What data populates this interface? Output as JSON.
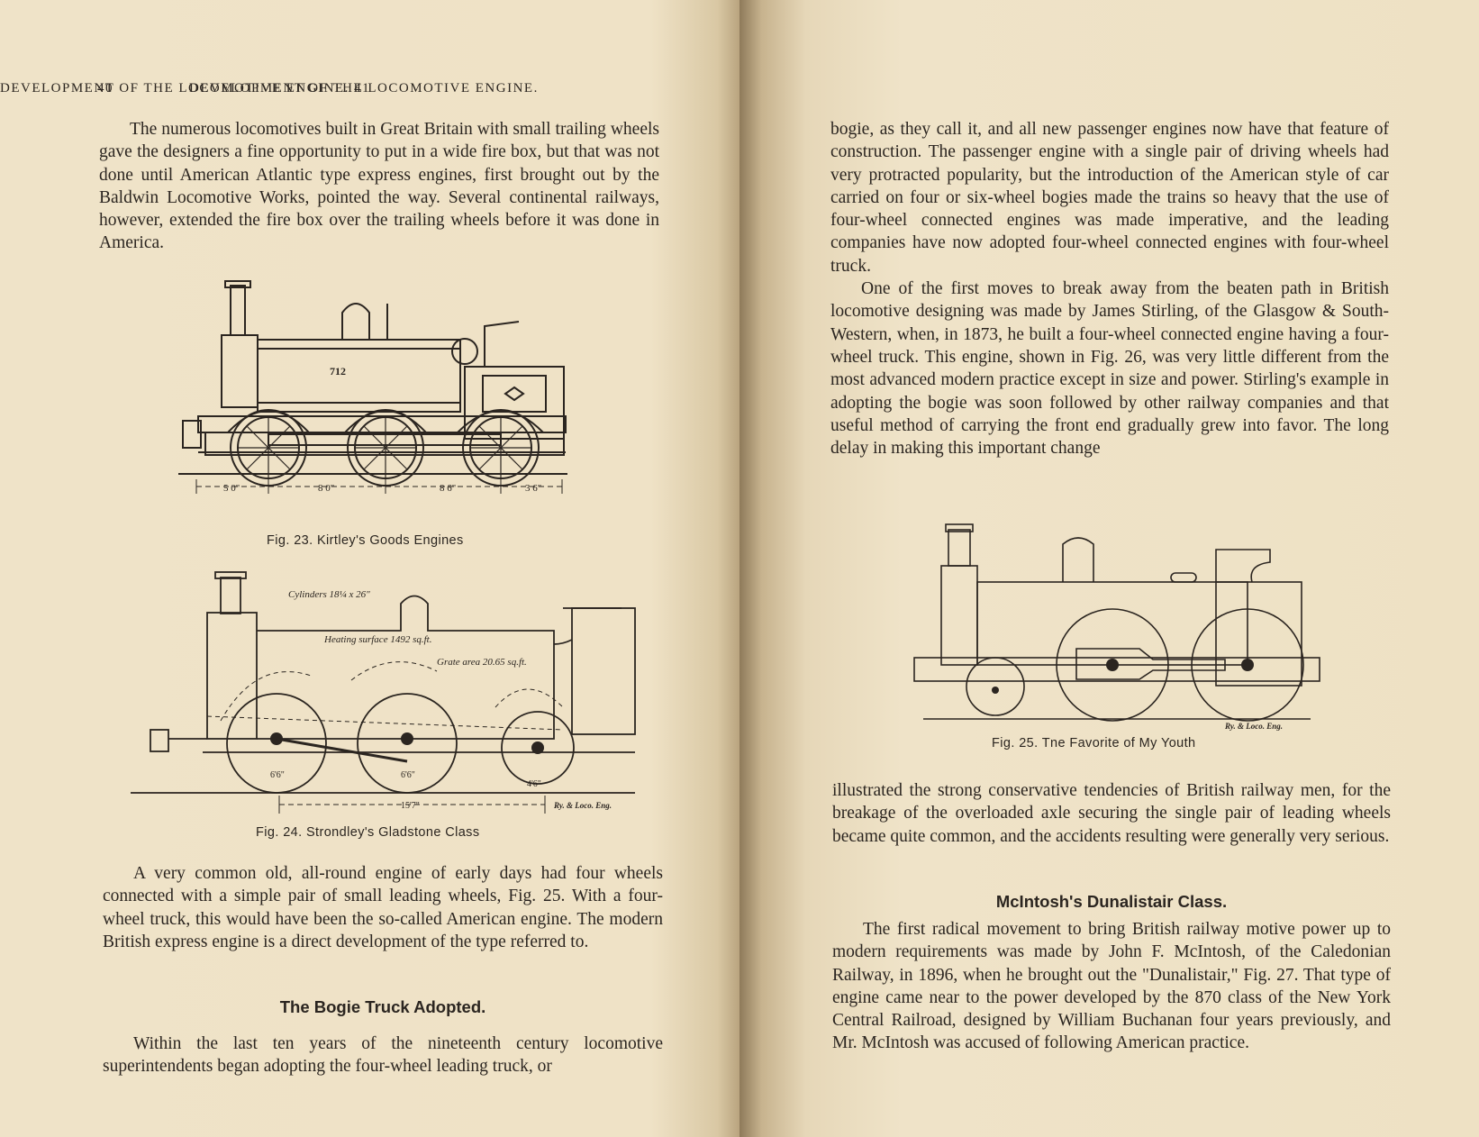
{
  "left_page": {
    "page_number": "40",
    "running_head": "DEVELOPMENT OF THE LOCOMOTIVE ENGINE.",
    "para1": "The numerous locomotives built in Great Britain with small trailing wheels gave the designers a fine opportunity to put in a wide fire box, but that was not done until American Atlantic type express engines, first brought out by the Baldwin Locomotive Works, pointed the way. Several continental railways, however, extended the fire box over the trailing wheels before it was done in America.",
    "fig23": {
      "number_plate": "712",
      "dimensions": [
        "5 0\"",
        "8 0\"",
        "8 6\"",
        "3 6\""
      ],
      "caption": "Fig. 23.   Kirtley's Goods Engines"
    },
    "fig24": {
      "label_cylinders": "Cylinders 18¼ x 26\"",
      "label_heating": "Heating surface 1492 sq.ft.",
      "label_grate": "Grate area 20.65 sq.ft.",
      "wheel_left": "6'6\"",
      "wheel_mid": "6'6\"",
      "wheel_right": "4'6\"",
      "wheelbase": "15'7\"",
      "credit": "Ry. & Loco. Eng.",
      "caption": "Fig. 24.   Strondley's Gladstone Class"
    },
    "para2": "A very common old, all-round engine of early days had four wheels connected with a simple pair of small leading wheels, Fig. 25. With a four-wheel truck, this would have been the so-called American engine. The modern British express engine is a direct development of the type referred to.",
    "subhead": "The Bogie Truck Adopted.",
    "para3": "Within the last ten years of the nineteenth century locomotive superintendents began adopting the four-wheel leading truck, or"
  },
  "right_page": {
    "page_number": "41",
    "running_head": "DEVELOPMENT OF THE LOCOMOTIVE ENGINE.",
    "para1": "bogie, as they call it, and all new passenger engines now have that feature of construction. The passenger engine with a single pair of driving wheels had very protracted popularity, but the introduction of the American style of car carried on four or six-wheel bogies made the trains so heavy that the use of four-wheel connected engines was made imperative, and the leading companies have now adopted four-wheel connected engines with four-wheel truck.",
    "para2": "One of the first moves to break away from the beaten path in British locomotive designing was made by James Stirling, of the Glasgow & South-Western, when, in 1873, he built a four-wheel connected engine having a four-wheel truck. This engine, shown in Fig. 26, was very little different from the most advanced modern practice except in size and power. Stirling's example in adopting the bogie was soon followed by other railway companies and that useful method of carrying the front end gradually grew into favor. The long delay in making this important change",
    "fig25": {
      "credit": "Ry. & Loco. Eng.",
      "caption": "Fig. 25.   Tne Favorite of My Youth"
    },
    "para3": "illustrated the strong conservative tendencies of British railway men, for the breakage of the overloaded axle securing the single pair of leading wheels became quite common, and the accidents resulting were generally very serious.",
    "subhead": "McIntosh's Dunalistair Class.",
    "para4": "The first radical movement to bring British railway motive power up to modern requirements was made by John F. McIntosh, of the Caledonian Railway, in 1896, when he brought out the \"Dunalistair,\" Fig. 27. That type of engine came near to the power developed by the 870 class of the New York Central Railroad, designed by William Buchanan four years previously, and Mr. McIntosh was accused of following American practice."
  }
}
